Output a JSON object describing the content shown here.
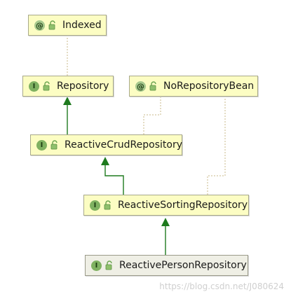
{
  "diagram": {
    "nodes": [
      {
        "id": "indexed",
        "kind": "annotation",
        "badge": "@",
        "label": "Indexed"
      },
      {
        "id": "repository",
        "kind": "interface",
        "badge": "I",
        "label": "Repository"
      },
      {
        "id": "norepositorybean",
        "kind": "annotation",
        "badge": "@",
        "label": "NoRepositoryBean"
      },
      {
        "id": "reactivecrud",
        "kind": "interface",
        "badge": "I",
        "label": "ReactiveCrudRepository"
      },
      {
        "id": "reactivesorting",
        "kind": "interface",
        "badge": "I",
        "label": "ReactiveSortingRepository"
      },
      {
        "id": "reactiveperson",
        "kind": "interface",
        "badge": "I",
        "label": "ReactivePersonRepository",
        "selected": true
      }
    ],
    "edges": [
      {
        "from": "repository",
        "to": "indexed",
        "style": "dotted"
      },
      {
        "from": "reactivecrud",
        "to": "repository",
        "style": "extends"
      },
      {
        "from": "reactivecrud",
        "to": "norepositorybean",
        "style": "dotted"
      },
      {
        "from": "reactivesorting",
        "to": "reactivecrud",
        "style": "extends"
      },
      {
        "from": "reactivesorting",
        "to": "norepositorybean",
        "style": "dotted"
      },
      {
        "from": "reactiveperson",
        "to": "reactivesorting",
        "style": "extends"
      }
    ],
    "colors": {
      "extends_line": "#1e7a1e",
      "dotted_line": "#c8b98a",
      "node_fill": "#fcfdc3",
      "badge": "#7fb161"
    },
    "icons": {
      "visibility": "open-lock-icon"
    }
  },
  "watermark": "https://blog.csdn.net/J080624"
}
